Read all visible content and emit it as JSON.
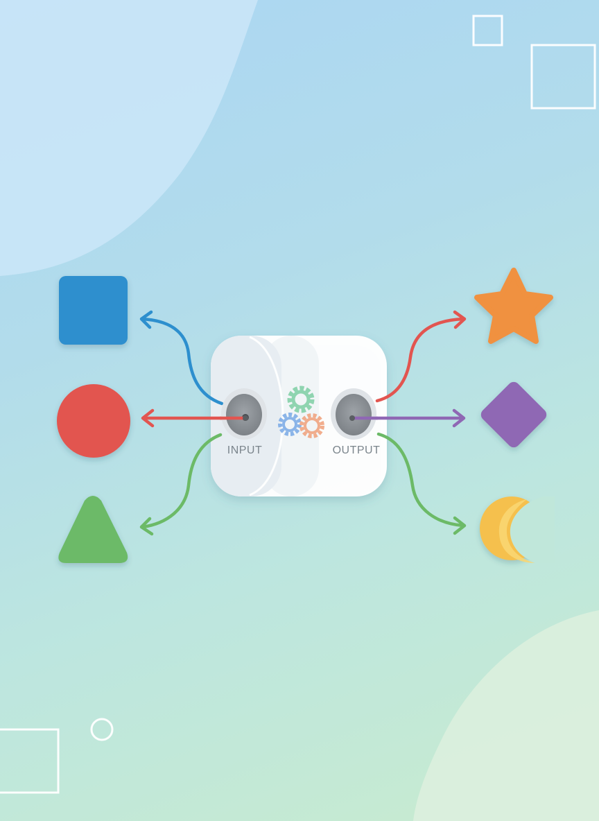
{
  "hub": {
    "input_label": "INPUT",
    "output_label": "OUTPUT",
    "gear_icon_colors": [
      "#7fcfa4",
      "#79a9e6",
      "#f0a07a"
    ]
  },
  "inputs": [
    {
      "shape": "square",
      "color": "#2d8fce",
      "arrow_color": "#2d8fce"
    },
    {
      "shape": "circle",
      "color": "#e25550",
      "arrow_color": "#e25550"
    },
    {
      "shape": "triangle",
      "color": "#6cba67",
      "arrow_color": "#6cba67"
    }
  ],
  "outputs": [
    {
      "shape": "star",
      "color": "#f0913f",
      "arrow_color": "#e25550"
    },
    {
      "shape": "diamond",
      "color": "#8f67b4",
      "arrow_color": "#8f67b4"
    },
    {
      "shape": "crescent-moon",
      "color": "#f5c04e",
      "arrow_color": "#6cba67"
    }
  ],
  "colors": {
    "background_top": "#abd6f3",
    "background_bottom": "#c8ebcf",
    "hub_fill": "#ffffff",
    "port_gray": "#8e9398"
  }
}
